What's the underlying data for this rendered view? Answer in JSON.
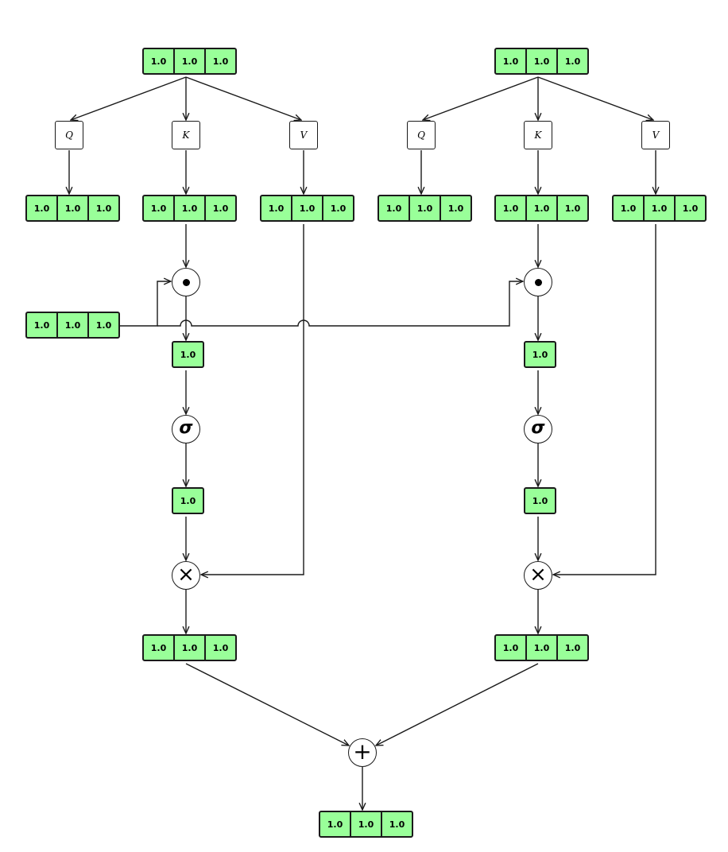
{
  "heads": [
    {
      "input_vector": [
        "1.0",
        "1.0",
        "1.0"
      ],
      "q_label": "Q",
      "k_label": "K",
      "v_label": "V",
      "q_vector": [
        "1.0",
        "1.0",
        "1.0"
      ],
      "k_vector": [
        "1.0",
        "1.0",
        "1.0"
      ],
      "v_vector": [
        "1.0",
        "1.0",
        "1.0"
      ],
      "score": "1.0",
      "sigmoid_label": "σ",
      "activated": "1.0",
      "output_vector": [
        "1.0",
        "1.0",
        "1.0"
      ]
    },
    {
      "input_vector": [
        "1.0",
        "1.0",
        "1.0"
      ],
      "q_label": "Q",
      "k_label": "K",
      "v_label": "V",
      "q_vector": [
        "1.0",
        "1.0",
        "1.0"
      ],
      "k_vector": [
        "1.0",
        "1.0",
        "1.0"
      ],
      "v_vector": [
        "1.0",
        "1.0",
        "1.0"
      ],
      "score": "1.0",
      "sigmoid_label": "σ",
      "activated": "1.0",
      "output_vector": [
        "1.0",
        "1.0",
        "1.0"
      ]
    }
  ],
  "shared_query_vector": [
    "1.0",
    "1.0",
    "1.0"
  ],
  "final_output_vector": [
    "1.0",
    "1.0",
    "1.0"
  ],
  "colors": {
    "cell_fill": "#99ff99",
    "stroke": "#1a1a1a"
  }
}
